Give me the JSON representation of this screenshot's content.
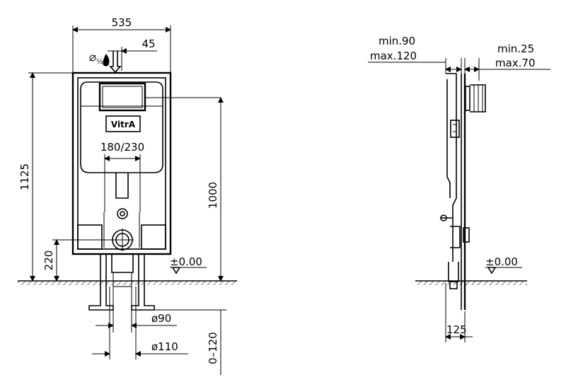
{
  "brand": "VitrA",
  "front_view": {
    "width_dim": "535",
    "offset_dim": "45",
    "height_total_dim": "1125",
    "height_frame_dim": "1000",
    "drain_height_dim": "220",
    "flush_dim": "180/230",
    "floor_level": "±0.00",
    "pipe_small_dim": "ø90",
    "pipe_large_dim": "ø110",
    "depth_range_dim": "0–120",
    "water_inlet_label": "½"
  },
  "side_view": {
    "wall_min": "min.90",
    "wall_max": "max.120",
    "gap_min": "min.25",
    "gap_max": "max.70",
    "floor_level": "±0.00",
    "depth_dim": "125"
  }
}
